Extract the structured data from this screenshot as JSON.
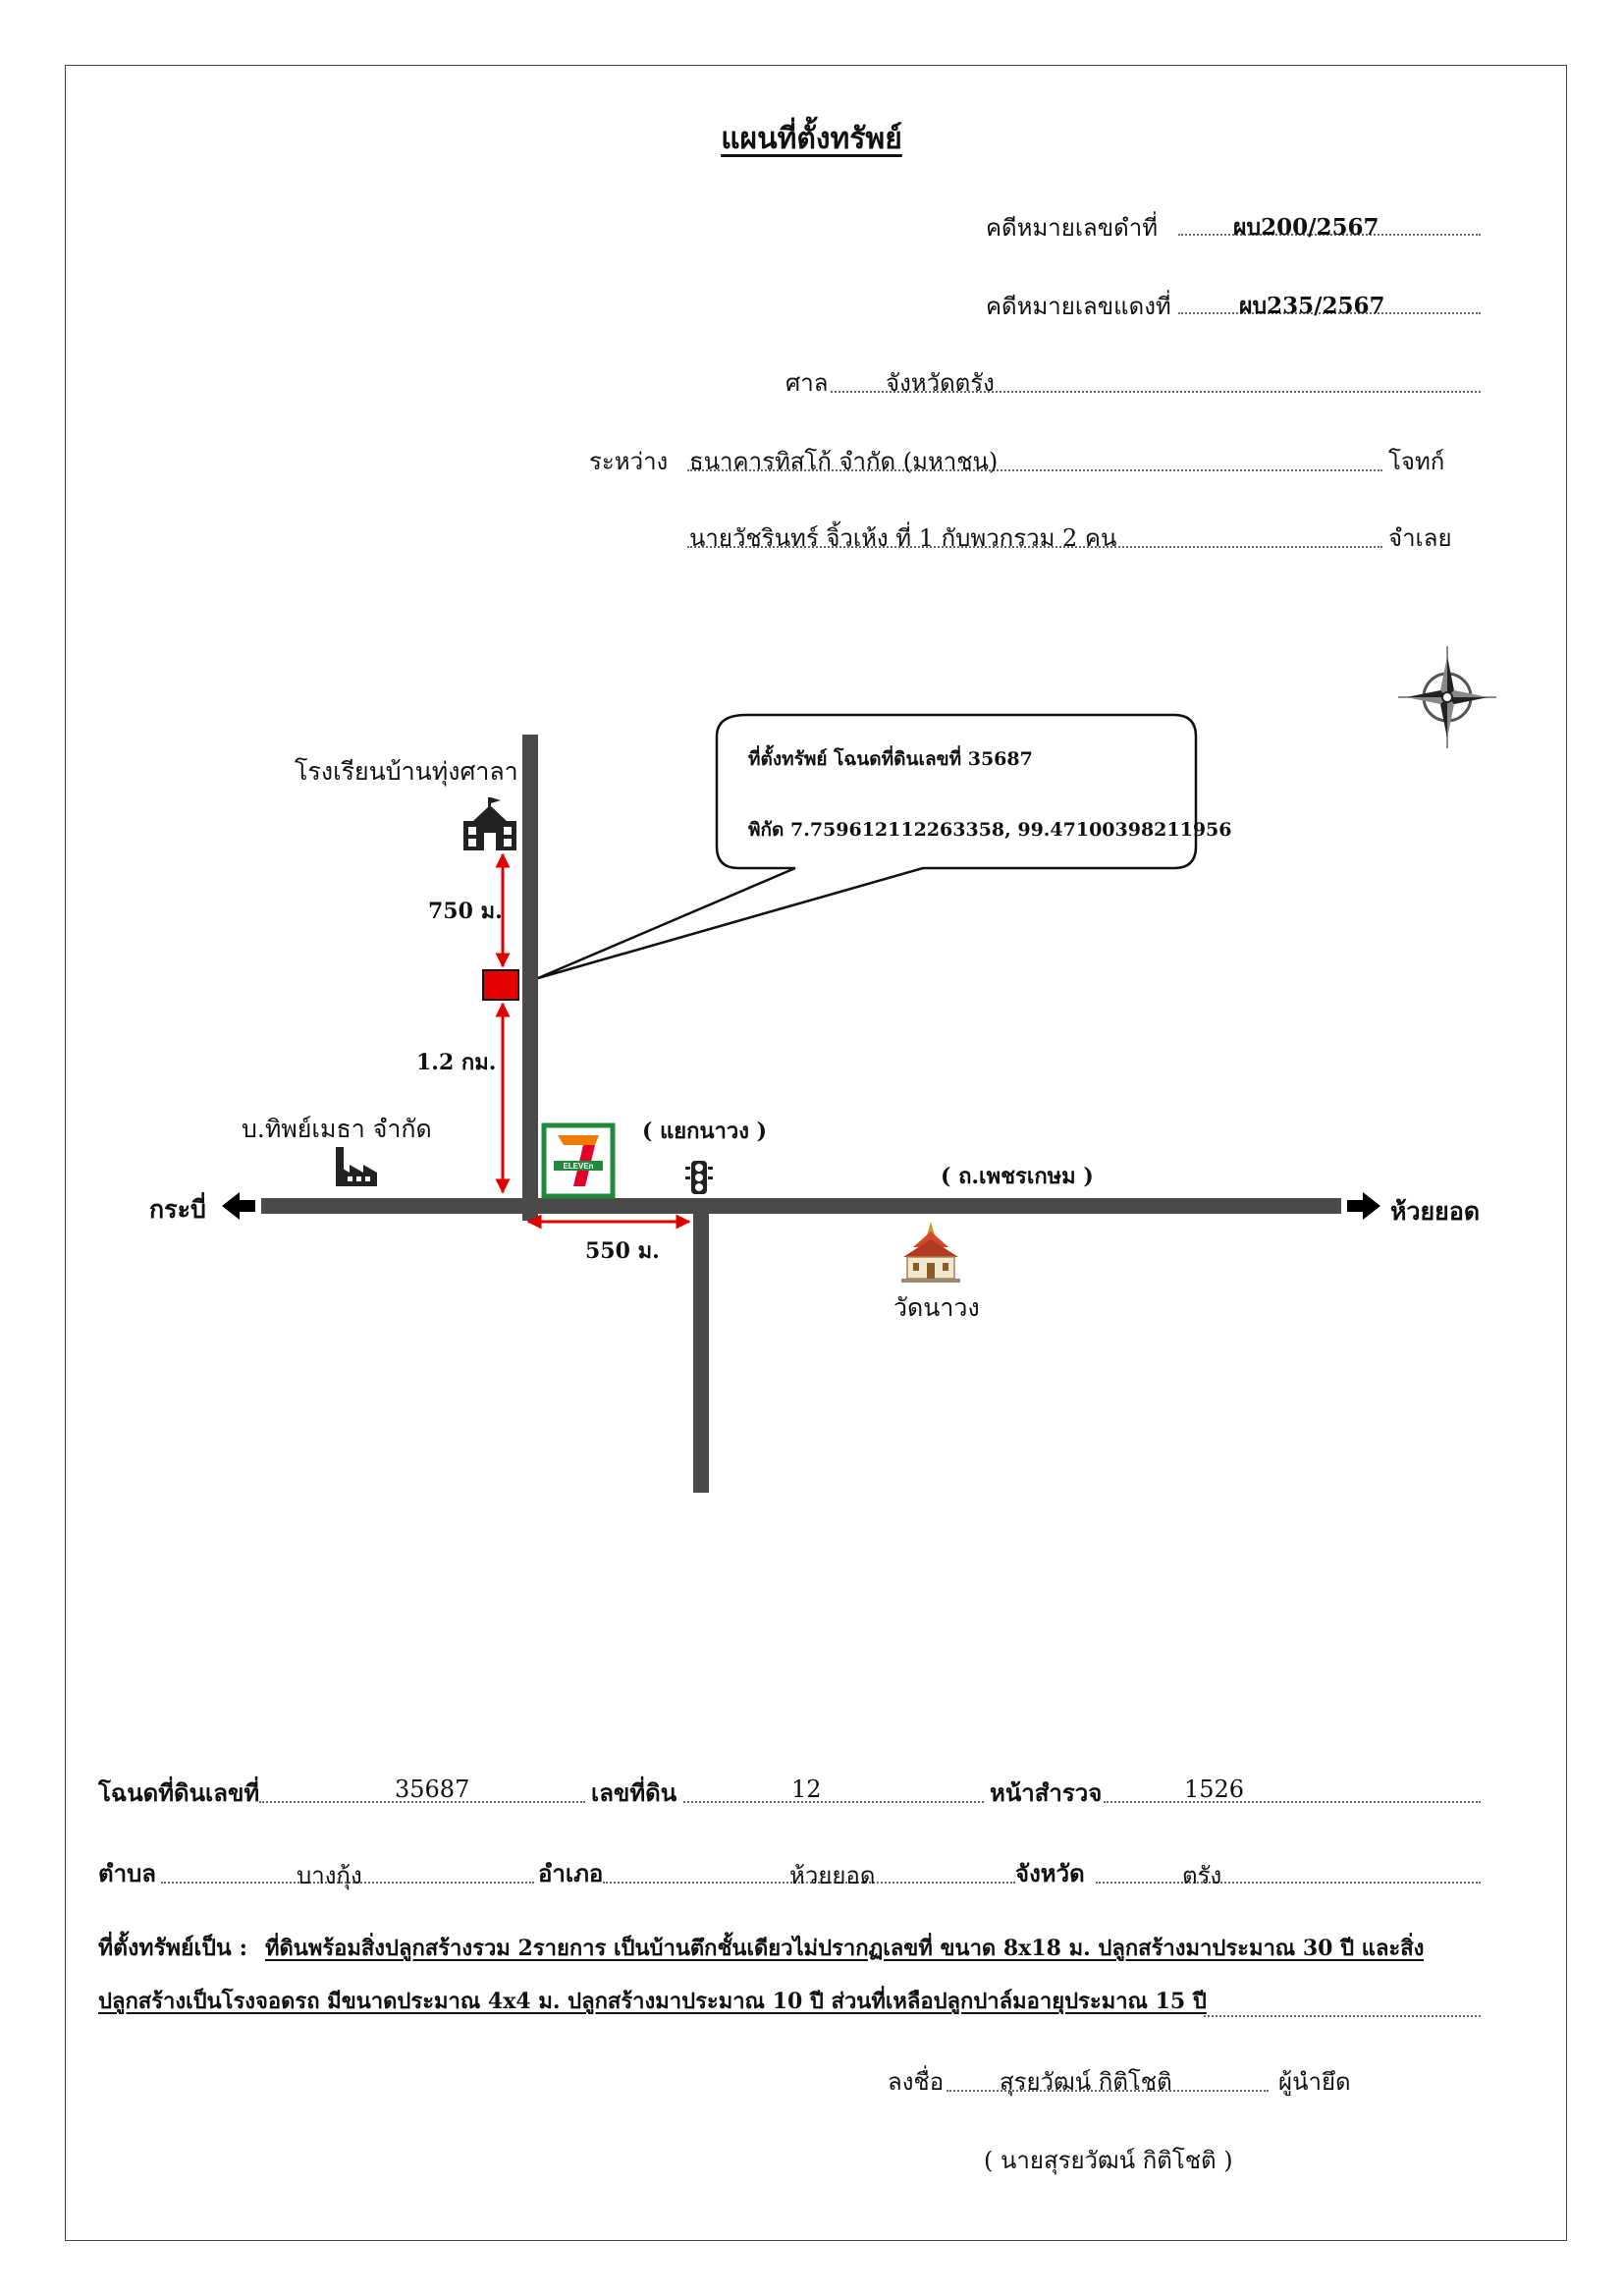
{
  "header": {
    "title": "แผนที่ตั้งทรัพย์",
    "black_case_label": "คดีหมายเลขดำที่",
    "black_case_no": "ผบ200/2567",
    "red_case_label": "คดีหมายเลขแดงที่",
    "red_case_no": "ผบ235/2567",
    "court_label": "ศาล",
    "court_name": "จังหวัดตรัง",
    "between_label": "ระหว่าง",
    "plaintiff": "ธนาคารทิสโก้ จำกัด (มหาชน)",
    "plaintiff_role": "โจทก์",
    "defendant": "นายวัชรินทร์ จิ้วเห้ง ที่ 1 กับพวกรวม 2 คน",
    "defendant_role": "จำเลย"
  },
  "map": {
    "callout_line1": "ที่ตั้งทรัพย์ โฉนดที่ดินเลขที่ 35687",
    "callout_line2": "พิกัด 7.759612112263358, 99.47100398211956",
    "school_label": "โรงเรียนบ้านทุ่งศาลา",
    "dist_school": "750 ม.",
    "dist_junction": "1.2 กม.",
    "dist_intersection": "550 ม.",
    "company_label": "บ.ทิพย์เมธา จำกัด",
    "intersection_label": "( แยกนาวง )",
    "road_label": "( ถ.เพชรเกษม )",
    "left_direction": "กระบี่",
    "right_direction": "ห้วยยอด",
    "temple_label": "วัดนาวง",
    "store_logo_text": "ELEVEn",
    "icons": [
      "compass-rose-icon",
      "school-icon",
      "factory-icon",
      "traffic-light-icon",
      "temple-icon",
      "seven-eleven-logo",
      "property-marker"
    ],
    "colors": {
      "road": "#4a4a4a",
      "marker": "#e60000",
      "distance_arrow": "#e00000"
    }
  },
  "details": {
    "deed_label": "โฉนดที่ดินเลขที่",
    "deed_no": "35687",
    "land_no_label": "เลขที่ดิน",
    "land_no": "12",
    "survey_label": "หน้าสำรวจ",
    "survey_no": "1526",
    "subdistrict_label": "ตำบล",
    "subdistrict": "บางกุ้ง",
    "district_label": "อำเภอ",
    "district": "ห้วยยอด",
    "province_label": "จังหวัด",
    "province": "ตรัง",
    "property_prefix": "ที่ตั้งทรัพย์เป็น :",
    "property_line1": "ที่ดินพร้อมสิ่งปลูกสร้างรวม 2รายการ เป็นบ้านตึกชั้นเดียวไม่ปรากฏเลขที่ ขนาด 8x18 ม. ปลูกสร้างมาประมาณ  30 ปี และสิ่ง",
    "property_line2": "ปลูกสร้างเป็นโรงจอดรถ มีขนาดประมาณ 4x4 ม. ปลูกสร้างมาประมาณ 10 ปี ส่วนที่เหลือปลูกปาล์มอายุประมาณ 15 ปี"
  },
  "signature": {
    "sign_label": "ลงชื่อ",
    "signer": "สุรยวัฒน์ กิติโชติ",
    "role": "ผู้นำยึด",
    "printed_name": "( นายสุรยวัฒน์ กิติโชติ )"
  }
}
